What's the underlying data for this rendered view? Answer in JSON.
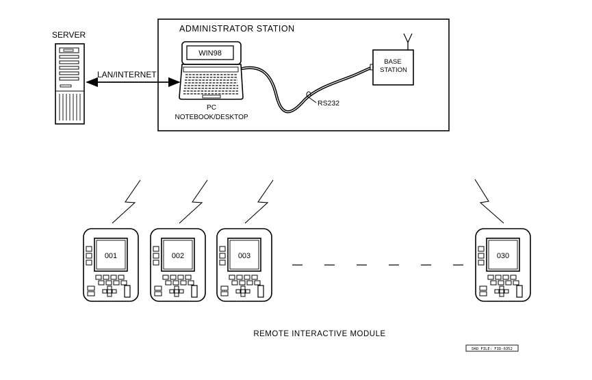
{
  "server": {
    "label": "SERVER"
  },
  "admin_station": {
    "title": "ADMINISTRATOR  STATION",
    "pc_screen_text": "WIN98",
    "pc_label_line1": "PC",
    "pc_label_line2": "NOTEBOOK/DESKTOP",
    "base_station_line1": "BASE",
    "base_station_line2": "STATION",
    "cable_label": "RS232"
  },
  "link_label": "LAN/INTERNET",
  "modules": [
    {
      "id": "001"
    },
    {
      "id": "002"
    },
    {
      "id": "003"
    },
    {
      "id": "030"
    }
  ],
  "modules_caption": "REMOTE  INTERACTIVE  MODULE",
  "file_stamp": "DAD FILE: FID-0352"
}
